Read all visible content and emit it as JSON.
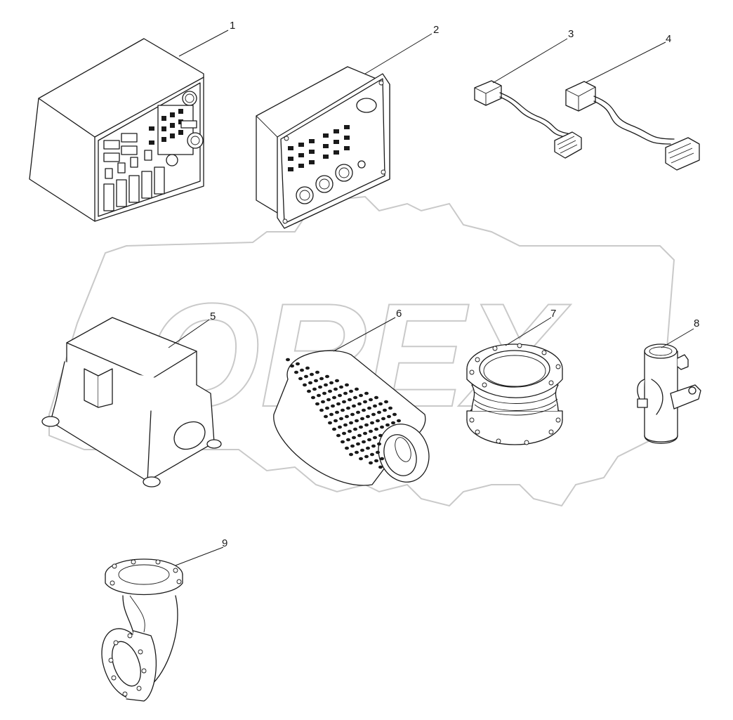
{
  "watermark": {
    "text": "OREX"
  },
  "callouts": [
    {
      "number": "1",
      "part": "control-panel-box"
    },
    {
      "number": "2",
      "part": "control-panel-flush"
    },
    {
      "number": "3",
      "part": "cable-harness-small"
    },
    {
      "number": "4",
      "part": "cable-harness-large"
    },
    {
      "number": "5",
      "part": "connector-housing"
    },
    {
      "number": "6",
      "part": "perforated-filter"
    },
    {
      "number": "7",
      "part": "flexible-bellows-joint"
    },
    {
      "number": "8",
      "part": "pipe-fitting-tee"
    },
    {
      "number": "9",
      "part": "flanged-elbow"
    }
  ]
}
